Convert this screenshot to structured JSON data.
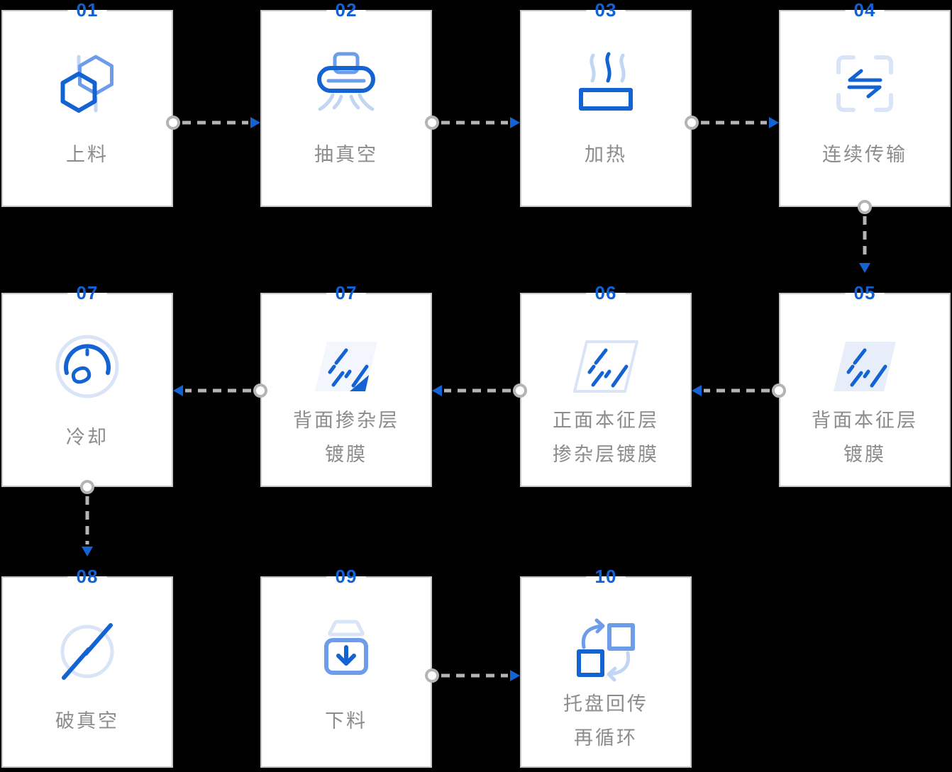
{
  "colors": {
    "bg": "#000000",
    "card-bg": "#ffffff",
    "border": "#c8c8c8",
    "num": "#0e62d5",
    "label": "#8c8c8c",
    "dark": "#1463d2",
    "med": "#6d9de8",
    "pale": "#c2d6f4",
    "faint": "#d9e5f7",
    "wfill": "#e8eef9",
    "wfill2": "#f3f7fd",
    "conn": "#b4b4b4"
  },
  "diagram": {
    "cards": [
      {
        "id": "loading",
        "number": "01",
        "label": [
          "上料"
        ],
        "icon": "molecule-icon",
        "col": 0,
        "row": 0
      },
      {
        "id": "vacuum-pump",
        "number": "02",
        "label": [
          "抽真空"
        ],
        "icon": "vacuum-hood-icon",
        "col": 1,
        "row": 0
      },
      {
        "id": "heating",
        "number": "03",
        "label": [
          "加热"
        ],
        "icon": "heating-icon",
        "col": 2,
        "row": 0
      },
      {
        "id": "transfer",
        "number": "04",
        "label": [
          "连续传输"
        ],
        "icon": "transfer-icon",
        "col": 3,
        "row": 0
      },
      {
        "id": "back-intrinsic",
        "number": "05",
        "label": [
          "背面本征层",
          "镀膜"
        ],
        "icon": "coated-wafer-icon",
        "col": 3,
        "row": 1
      },
      {
        "id": "front-intrinsic",
        "number": "06",
        "label": [
          "正面本征层",
          "掺杂层镀膜"
        ],
        "icon": "wafer-outline-icon",
        "col": 2,
        "row": 1
      },
      {
        "id": "back-doped",
        "number": "07",
        "label": [
          "背面掺杂层",
          "镀膜"
        ],
        "icon": "wafer-corner-icon",
        "col": 1,
        "row": 1
      },
      {
        "id": "cooling",
        "number": "07",
        "label": [
          "冷却"
        ],
        "icon": "gauge-icon",
        "col": 0,
        "row": 1
      },
      {
        "id": "vacuum-break",
        "number": "08",
        "label": [
          "破真空"
        ],
        "icon": "vacuum-break-icon",
        "col": 0,
        "row": 2
      },
      {
        "id": "unloading",
        "number": "09",
        "label": [
          "下料"
        ],
        "icon": "unload-box-icon",
        "col": 1,
        "row": 2
      },
      {
        "id": "tray-return",
        "number": "10",
        "label": [
          "托盘回传",
          "再循环"
        ],
        "icon": "recycle-icon",
        "col": 2,
        "row": 2
      }
    ],
    "connectors": [
      {
        "from": "loading",
        "to": "vacuum-pump",
        "direction": "right"
      },
      {
        "from": "vacuum-pump",
        "to": "heating",
        "direction": "right"
      },
      {
        "from": "heating",
        "to": "transfer",
        "direction": "right"
      },
      {
        "from": "transfer",
        "to": "back-intrinsic",
        "direction": "down"
      },
      {
        "from": "back-intrinsic",
        "to": "front-intrinsic",
        "direction": "left"
      },
      {
        "from": "front-intrinsic",
        "to": "back-doped",
        "direction": "left"
      },
      {
        "from": "back-doped",
        "to": "cooling",
        "direction": "left"
      },
      {
        "from": "cooling",
        "to": "vacuum-break",
        "direction": "down"
      },
      {
        "from": "unloading",
        "to": "tray-return",
        "direction": "right"
      }
    ]
  }
}
